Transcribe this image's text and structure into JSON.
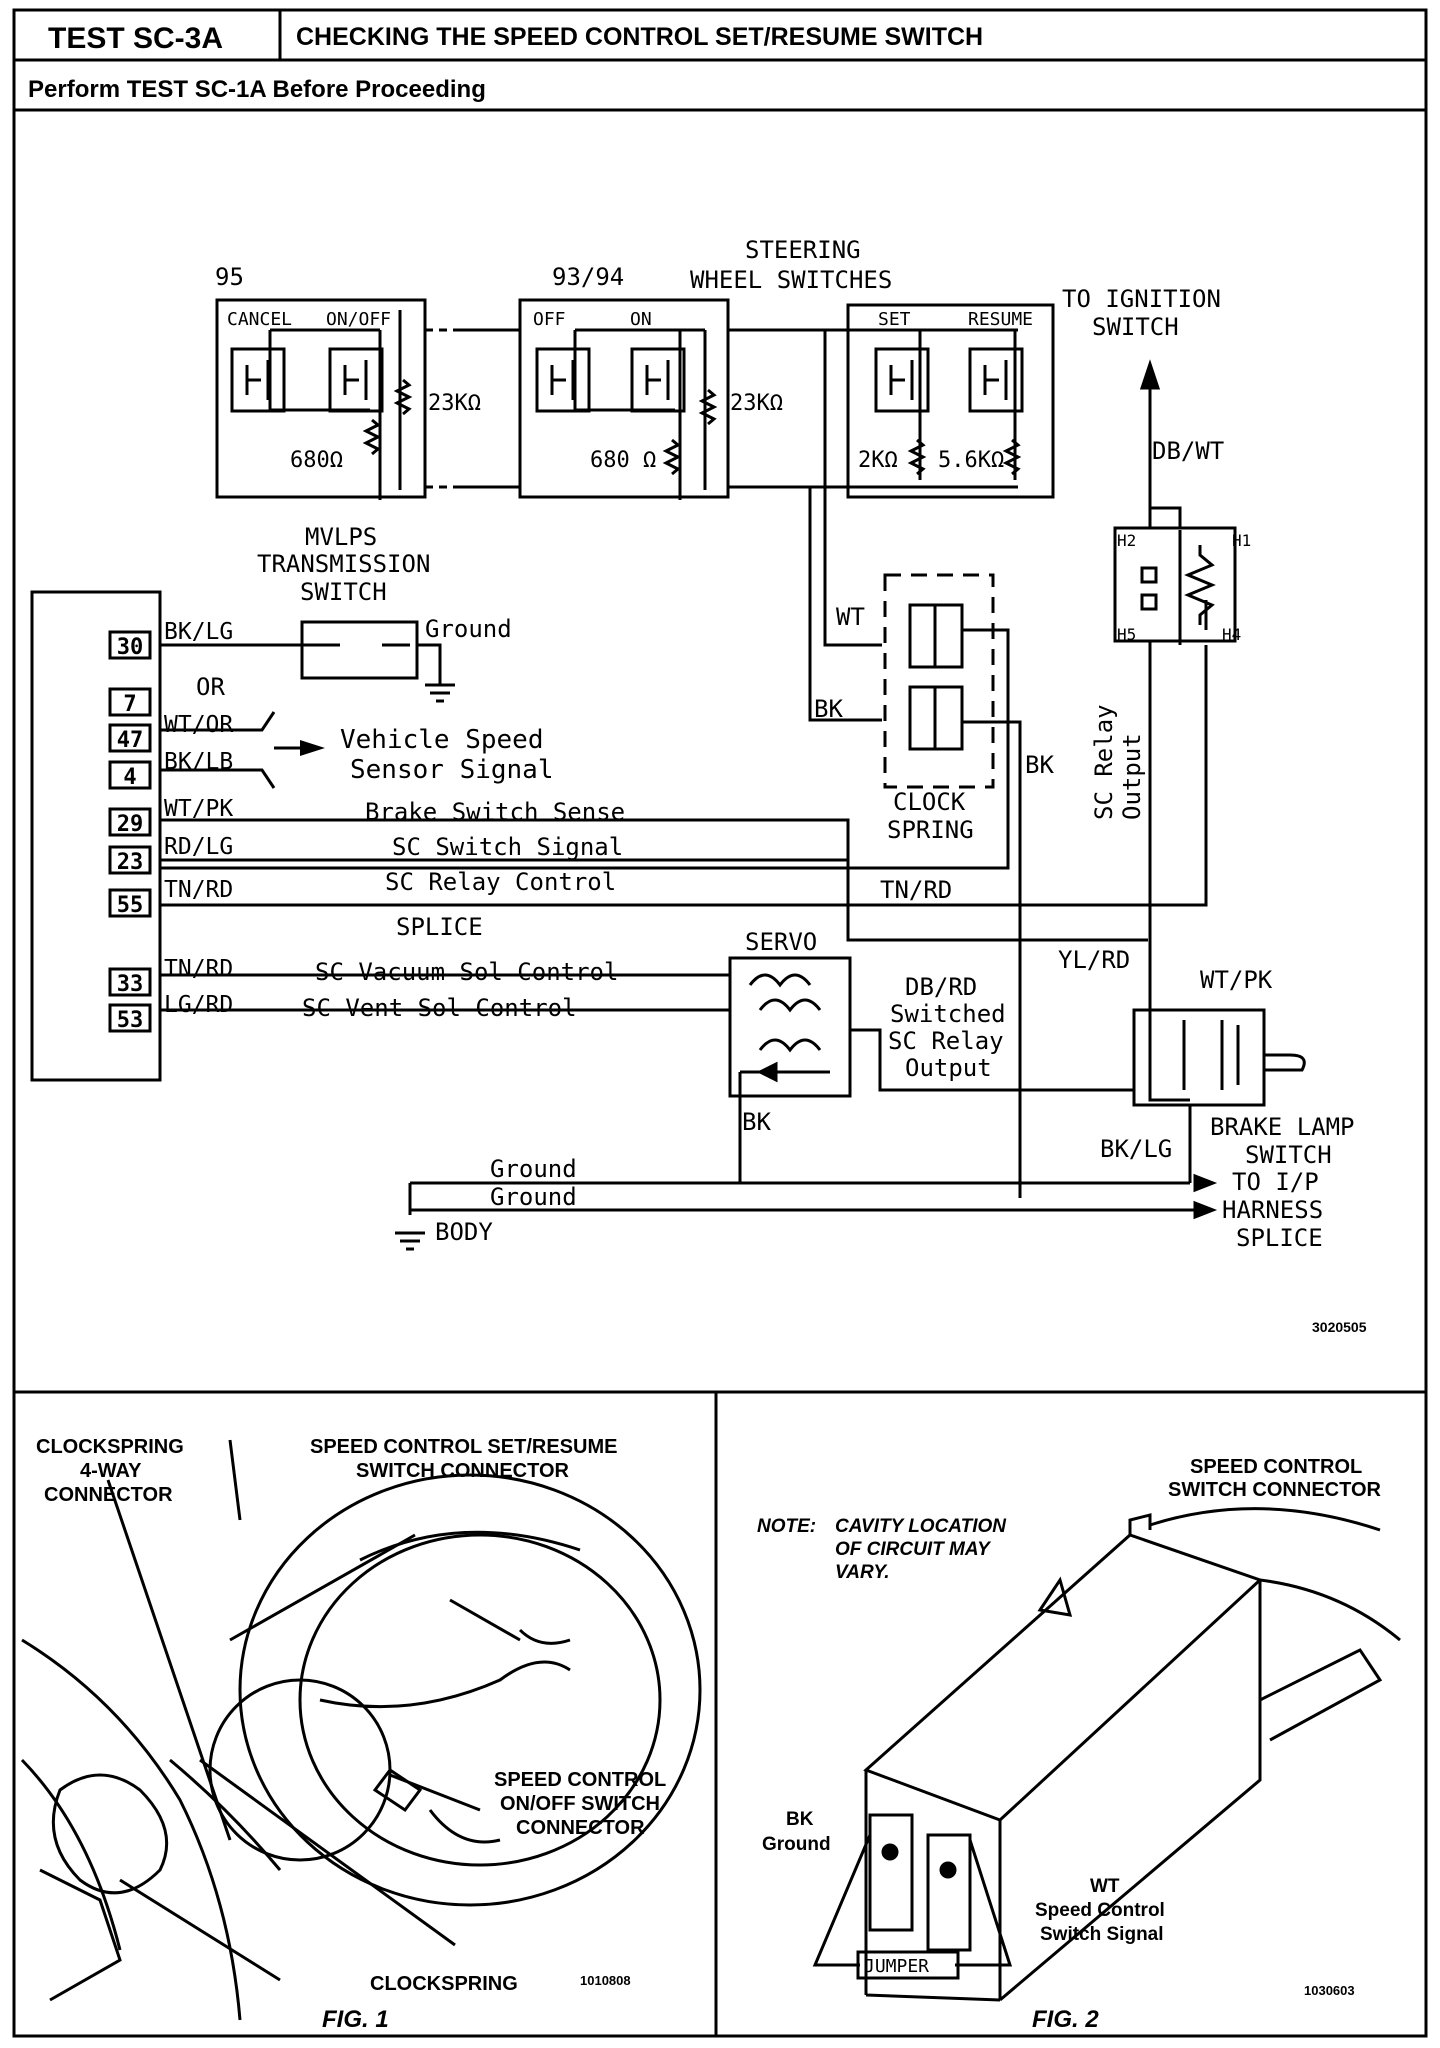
{
  "header": {
    "test_id": "TEST SC-3A",
    "title": "CHECKING THE SPEED CONTROL SET/RESUME SWITCH",
    "subtitle": "Perform TEST SC-1A Before Proceeding"
  },
  "diagram": {
    "sw95": {
      "label": "95",
      "cancel": "CANCEL",
      "onoff": "ON/OFF",
      "r_low": "680Ω",
      "r_high": "23KΩ"
    },
    "sw9394": {
      "label": "93/94",
      "off": "OFF",
      "on": "ON",
      "r_low": "680 Ω",
      "r_high": "23KΩ"
    },
    "steering": {
      "label_line1": "STEERING",
      "label_line2": "WHEEL SWITCHES",
      "set": "SET",
      "resume": "RESUME",
      "r1": "2KΩ",
      "r2": "5.6KΩ"
    },
    "ignition": {
      "line1": "TO IGNITION",
      "line2": "SWITCH",
      "wire": "DB/WT"
    },
    "relay": {
      "h1": "H1",
      "h2": "H2",
      "h4": "H4",
      "h5": "H5",
      "output_line1": "SC Relay",
      "output_line2": "Output"
    },
    "mvlps": {
      "line1": "MVLPS",
      "line2": "TRANSMISSION",
      "line3": "SWITCH",
      "ground": "Ground"
    },
    "pins": [
      {
        "num": "30",
        "wire": "BK/LG"
      },
      {
        "num": "7",
        "wire": ""
      },
      {
        "num": "47",
        "wire": "WT/OR"
      },
      {
        "num": "4",
        "wire": "BK/LB"
      },
      {
        "num": "29",
        "wire": "WT/PK"
      },
      {
        "num": "23",
        "wire": "RD/LG"
      },
      {
        "num": "55",
        "wire": "TN/RD"
      },
      {
        "num": "33",
        "wire": "TN/RD"
      },
      {
        "num": "53",
        "wire": "LG/RD"
      }
    ],
    "or_label": "OR",
    "vss_line1": "Vehicle Speed",
    "vss_line2": "Sensor Signal",
    "circuits": {
      "brake_sense": "Brake Switch Sense",
      "sc_switch": "SC Switch Signal",
      "sc_relay": "SC Relay Control",
      "splice": "SPLICE",
      "vacuum": "SC Vacuum Sol Control",
      "vent": "SC Vent Sol Control"
    },
    "clock": {
      "wt": "WT",
      "bk": "BK",
      "bk_right": "BK",
      "line1": "CLOCK",
      "line2": "SPRING"
    },
    "tn_rd_right": "TN/RD",
    "servo": {
      "label": "SERVO",
      "bk": "BK"
    },
    "db_rd": {
      "line1": "DB/RD",
      "line2": "Switched",
      "line3": "SC Relay",
      "line4": "Output"
    },
    "brake": {
      "yl_rd": "YL/RD",
      "wt_pk": "WT/PK",
      "bk_lg": "BK/LG",
      "line1": "BRAKE LAMP",
      "line2": "SWITCH"
    },
    "grounds": {
      "g1": "Ground",
      "g2": "Ground",
      "body": "BODY"
    },
    "harness": {
      "line1": "TO I/P",
      "line2": "HARNESS",
      "line3": "SPLICE"
    },
    "ref": "3020505"
  },
  "fig1": {
    "clockspring_connector_l1": "CLOCKSPRING",
    "clockspring_connector_l2": "4-WAY",
    "clockspring_connector_l3": "CONNECTOR",
    "setres_l1": "SPEED CONTROL SET/RESUME",
    "setres_l2": "SWITCH CONNECTOR",
    "onoff_l1": "SPEED CONTROL",
    "onoff_l2": "ON/OFF SWITCH",
    "onoff_l3": "CONNECTOR",
    "clockspring": "CLOCKSPRING",
    "ref": "1010808",
    "caption": "FIG. 1"
  },
  "fig2": {
    "conn_l1": "SPEED CONTROL",
    "conn_l2": "SWITCH CONNECTOR",
    "note_label": "NOTE:",
    "note_l1": "CAVITY LOCATION",
    "note_l2": "OF CIRCUIT MAY",
    "note_l3": "VARY.",
    "bk_l1": "BK",
    "bk_l2": "Ground",
    "wt_l1": "WT",
    "wt_l2": "Speed Control",
    "wt_l3": "Switch Signal",
    "jumper": "JUMPER",
    "ref": "1030603",
    "caption": "FIG. 2"
  }
}
